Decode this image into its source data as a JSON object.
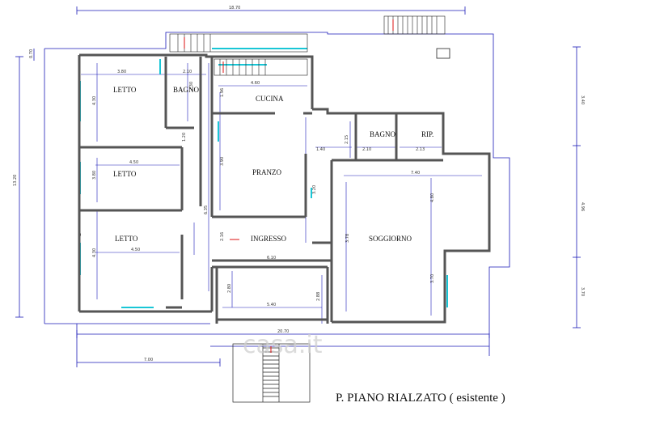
{
  "caption": "P. PIANO RIALZATO  ( esistente )",
  "watermark": "casa.it",
  "rooms": {
    "letto1": "LETTO",
    "bagno1": "BAGNO",
    "cucina": "CUCINA",
    "letto2": "LETTO",
    "pranzo": "PRANZO",
    "letto3": "LETTO",
    "ingresso": "INGRESSO",
    "bagno2": "BAGNO",
    "rip": "RIP.",
    "soggiorno": "SOGGIORNO"
  },
  "dimensions": {
    "top_total": "18.70",
    "bottom_total": "20.70",
    "bottom_left": "7.00",
    "left_total": "13.20",
    "left_small": "0.70",
    "right_top": "3.40",
    "right_mid": "4.96",
    "right_bottom": "3.70",
    "letto1_w": "3.80",
    "letto1_h": "4.30",
    "bagno1_w": "2.10",
    "bagno1_h": "2.30",
    "hall_h": "1.20",
    "cucina_w": "4.60",
    "kitchen_side": "1.96",
    "pranzo_h": "3.90",
    "letto2_w": "4.50",
    "letto2_h": "3.80",
    "corridor_h": "6.35",
    "letto3_w": "4.50",
    "letto3_h": "4.30",
    "ingresso_w": "6.10",
    "ingresso_h": "2.16",
    "pranzo_right": "3.20",
    "bagno2_w": "2.10",
    "rip_w": "2.13",
    "rip_h": "2.15",
    "passage_w": "1.40",
    "soggiorno_w": "7.40",
    "soggiorno_h": "4.80",
    "soggiorno_left": "3.78",
    "soggiorno_right": "3.70",
    "portico_w": "5.40",
    "portico_left": "2.80",
    "portico_right": "2.88"
  }
}
